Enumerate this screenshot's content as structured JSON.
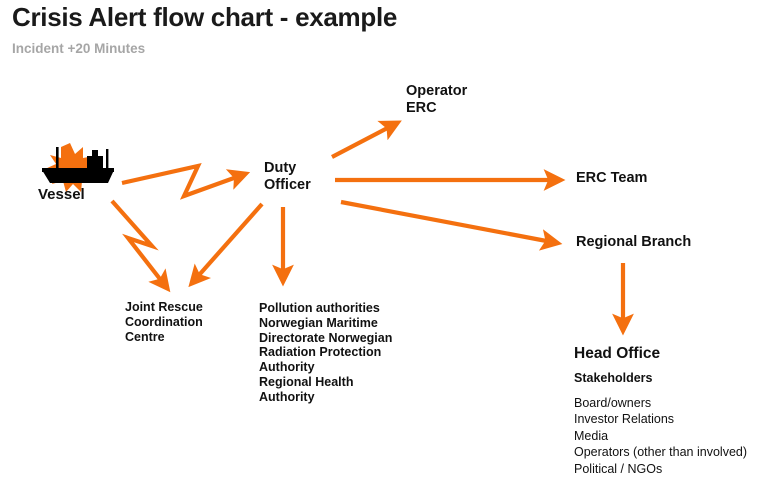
{
  "header": {
    "title": "Crisis Alert flow chart - example",
    "subtitle": "Incident +20 Minutes"
  },
  "colors": {
    "accent_orange": "#F4700F",
    "node_text": "#111111",
    "title_text": "#1a1a1a",
    "subtitle_text": "#a6a6a6",
    "background": "#ffffff",
    "vessel_black": "#000000"
  },
  "nodes": {
    "vessel": {
      "label": "Vessel",
      "icon": "ship-explosion-icon"
    },
    "duty_officer": {
      "label": "Duty\nOfficer"
    },
    "operator_erc": {
      "label": "Operator\nERC"
    },
    "erc_team": {
      "label": "ERC Team"
    },
    "regional_branch": {
      "label": "Regional Branch"
    },
    "jrcc": {
      "label": "Joint Rescue\nCoordination\nCentre"
    },
    "authorities": {
      "label": "Pollution authorities\nNorwegian Maritime\nDirectorate Norwegian\nRadiation Protection\nAuthority\nRegional Health\nAuthority"
    },
    "head_office": {
      "title": "Head Office",
      "subtitle": "Stakeholders",
      "stakeholders": [
        "Board/owners",
        "Investor Relations",
        "Media",
        "Operators (other than involved)",
        "Political / NGOs"
      ]
    }
  },
  "chart_data": {
    "type": "diagram",
    "title": "Crisis Alert flow chart - example",
    "subtitle": "Incident +20 Minutes",
    "node_ids": [
      "vessel",
      "duty_officer",
      "operator_erc",
      "erc_team",
      "regional_branch",
      "jrcc",
      "authorities",
      "head_office"
    ],
    "edges": [
      {
        "from": "vessel",
        "to": "duty_officer",
        "style": "zigzag-arrow"
      },
      {
        "from": "vessel",
        "to": "jrcc",
        "style": "zigzag-arrow"
      },
      {
        "from": "duty_officer",
        "to": "operator_erc",
        "style": "straight-arrow"
      },
      {
        "from": "duty_officer",
        "to": "erc_team",
        "style": "straight-arrow"
      },
      {
        "from": "duty_officer",
        "to": "regional_branch",
        "style": "straight-arrow"
      },
      {
        "from": "duty_officer",
        "to": "jrcc",
        "style": "straight-arrow"
      },
      {
        "from": "duty_officer",
        "to": "authorities",
        "style": "straight-arrow"
      },
      {
        "from": "regional_branch",
        "to": "head_office",
        "style": "straight-arrow"
      }
    ],
    "legend": [],
    "edge_color": "#F4700F"
  }
}
